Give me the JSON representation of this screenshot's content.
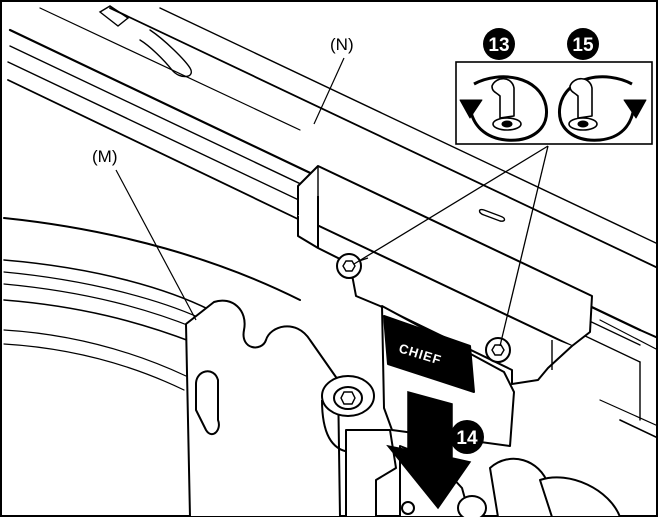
{
  "labels": {
    "rail_top": "(N)",
    "rail_curved": "(M)"
  },
  "steps": {
    "loosen": "13",
    "push": "14",
    "tighten": "15"
  },
  "brand": "CHIEF",
  "colors": {
    "line": "#000000",
    "background": "#ffffff",
    "badge": "#000000"
  },
  "icons": {
    "loosen": "rotate-counterclockwise-hex-key-icon",
    "tighten": "rotate-clockwise-hex-key-icon",
    "push": "down-arrow-icon"
  }
}
